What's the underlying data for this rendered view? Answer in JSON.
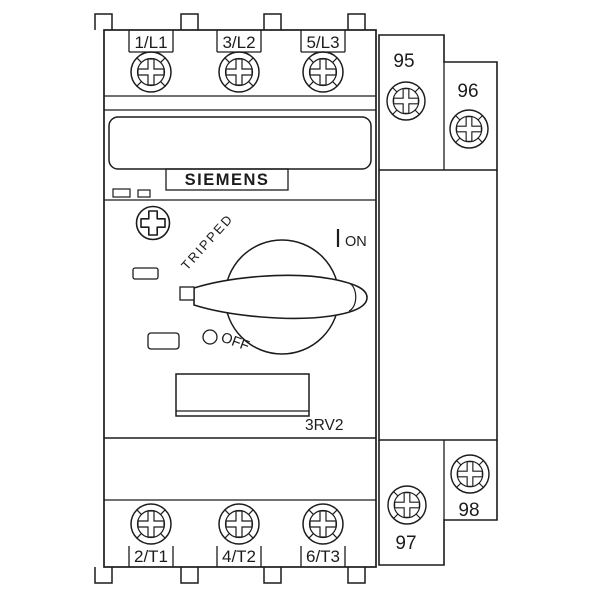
{
  "brand": {
    "logo_text": "SIEMENS"
  },
  "model": {
    "series_label": "3RV2"
  },
  "terminals": {
    "line_side": [
      "1/L1",
      "3/L2",
      "5/L3"
    ],
    "load_side": [
      "2/T1",
      "4/T2",
      "6/T3"
    ],
    "auxiliary": [
      "95",
      "96",
      "97",
      "98"
    ]
  },
  "switch": {
    "on_label": "ON",
    "off_label": "OFF",
    "tripped_label": "TRIPPED"
  },
  "colors": {
    "line": "#1c1c1c",
    "background": "#ffffff"
  }
}
